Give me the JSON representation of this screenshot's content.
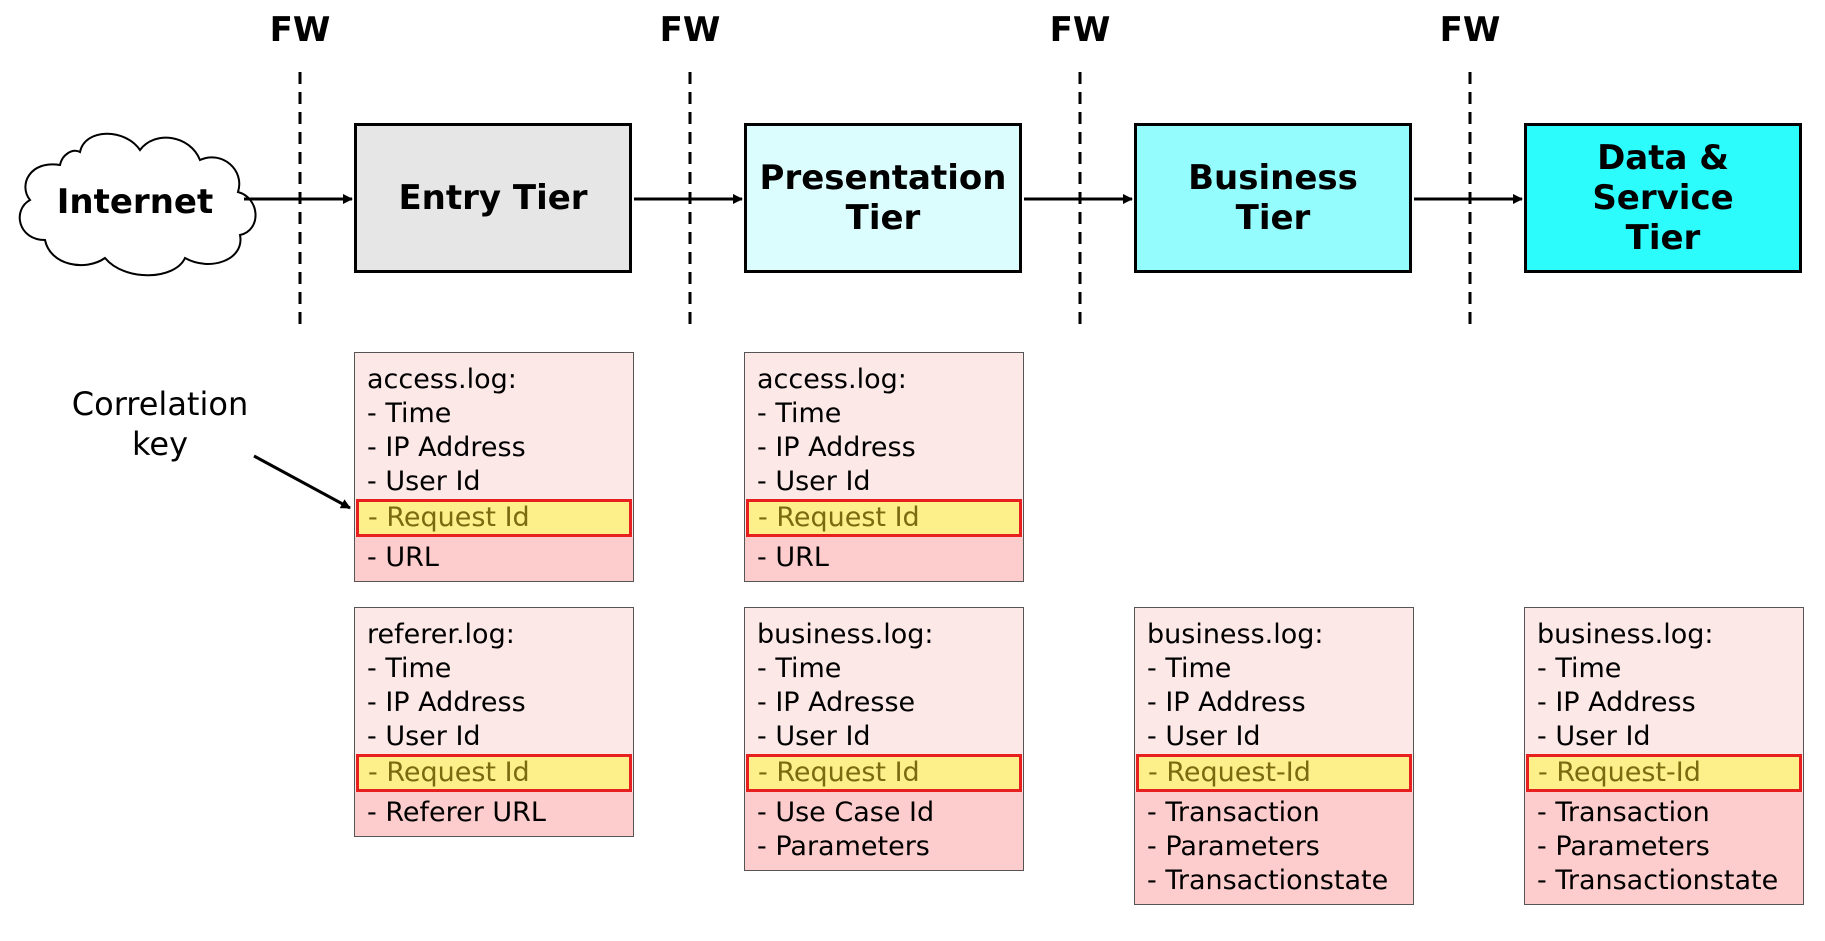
{
  "firewalls": [
    "FW",
    "FW",
    "FW",
    "FW"
  ],
  "internet": {
    "label": "Internet"
  },
  "tiers": [
    {
      "label": "Entry Tier",
      "fill": "#e6e6e6"
    },
    {
      "label": "Presentation\nTier",
      "fill": "#dcfdfd"
    },
    {
      "label": "Business\nTier",
      "fill": "#94fcfc"
    },
    {
      "label": "Data &\nService\nTier",
      "fill": "#2cfcfc"
    }
  ],
  "correlation_label": "Correlation\nkey",
  "logs": {
    "entry_access": {
      "title": "access.log:",
      "fields": [
        "- Time",
        "- IP Address",
        "- User Id"
      ],
      "key": "- Request Id",
      "extra": [
        "- URL"
      ]
    },
    "entry_referer": {
      "title": "referer.log:",
      "fields": [
        "- Time",
        "- IP Address",
        "- User Id"
      ],
      "key": "- Request Id",
      "extra": [
        "- Referer URL"
      ]
    },
    "presentation_access": {
      "title": "access.log:",
      "fields": [
        "- Time",
        "- IP Address",
        "- User Id"
      ],
      "key": "- Request Id",
      "extra": [
        "- URL"
      ]
    },
    "presentation_business": {
      "title": "business.log:",
      "fields": [
        "- Time",
        "- IP Adresse",
        "- User Id"
      ],
      "key": "- Request Id",
      "extra": [
        "- Use Case Id",
        "- Parameters"
      ]
    },
    "business_business": {
      "title": "business.log:",
      "fields": [
        "- Time",
        "- IP Address",
        "- User Id"
      ],
      "key": "- Request-Id",
      "extra": [
        "- Transaction",
        "- Parameters",
        "- Transactionstate"
      ]
    },
    "data_business": {
      "title": "business.log:",
      "fields": [
        "- Time",
        "- IP Address",
        "- User Id"
      ],
      "key": "- Request-Id",
      "extra": [
        "- Transaction",
        "- Parameters",
        "- Transactionstate"
      ]
    }
  },
  "colors": {
    "key_border": "#e81f1f",
    "key_fill": "#fdf08a",
    "log_fill": "#fde8e8",
    "log_lower_fill": "#fdcccc"
  }
}
